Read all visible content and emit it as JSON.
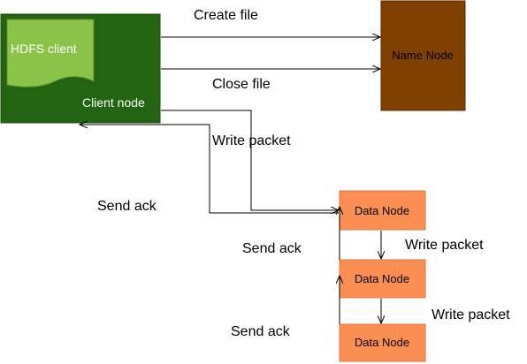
{
  "nodes": {
    "client": {
      "title": "HDFS client",
      "label": "Client node"
    },
    "namenode": {
      "label": "Name Node"
    },
    "datanode_1": {
      "label": "Data Node"
    },
    "datanode_2": {
      "label": "Data Node"
    },
    "datanode_3": {
      "label": "Data Node"
    }
  },
  "edges": {
    "create_file": "Create file",
    "close_file": "Close file",
    "write_packet_1": "Write packet",
    "write_packet_2": "Write packet",
    "write_packet_3": "Write packet",
    "send_ack_1": "Send ack",
    "send_ack_2": "Send ack",
    "send_ack_3": "Send ack"
  },
  "colors": {
    "client_box": "#236412",
    "client_doc": "#8bc34a",
    "namenode": "#804000",
    "datanode": "#fb8f53",
    "lines": "#000000"
  }
}
